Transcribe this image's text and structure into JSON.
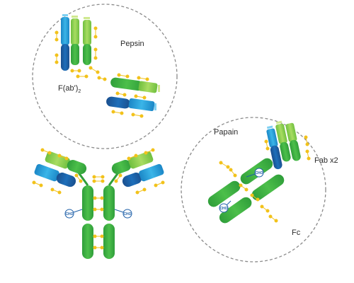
{
  "labels": {
    "pepsin": "Pepsin",
    "fab2_main": "F(ab')",
    "fab2_sub": "2",
    "papain": "Papain",
    "fab_x2": "Fab x2",
    "fc": "Fc",
    "cho": "CHO"
  },
  "colors": {
    "heavy_green": "#4cbf4a",
    "heavy_green_dark": "#2f9e3a",
    "light_green": "#9cd45a",
    "heavy_blue": "#1e6fba",
    "light_blue": "#2aa3dc",
    "dark_blue": "#1a4f8e",
    "disulfide_yellow": "#f2c21b",
    "circle_gray": "#8a8a8a"
  }
}
